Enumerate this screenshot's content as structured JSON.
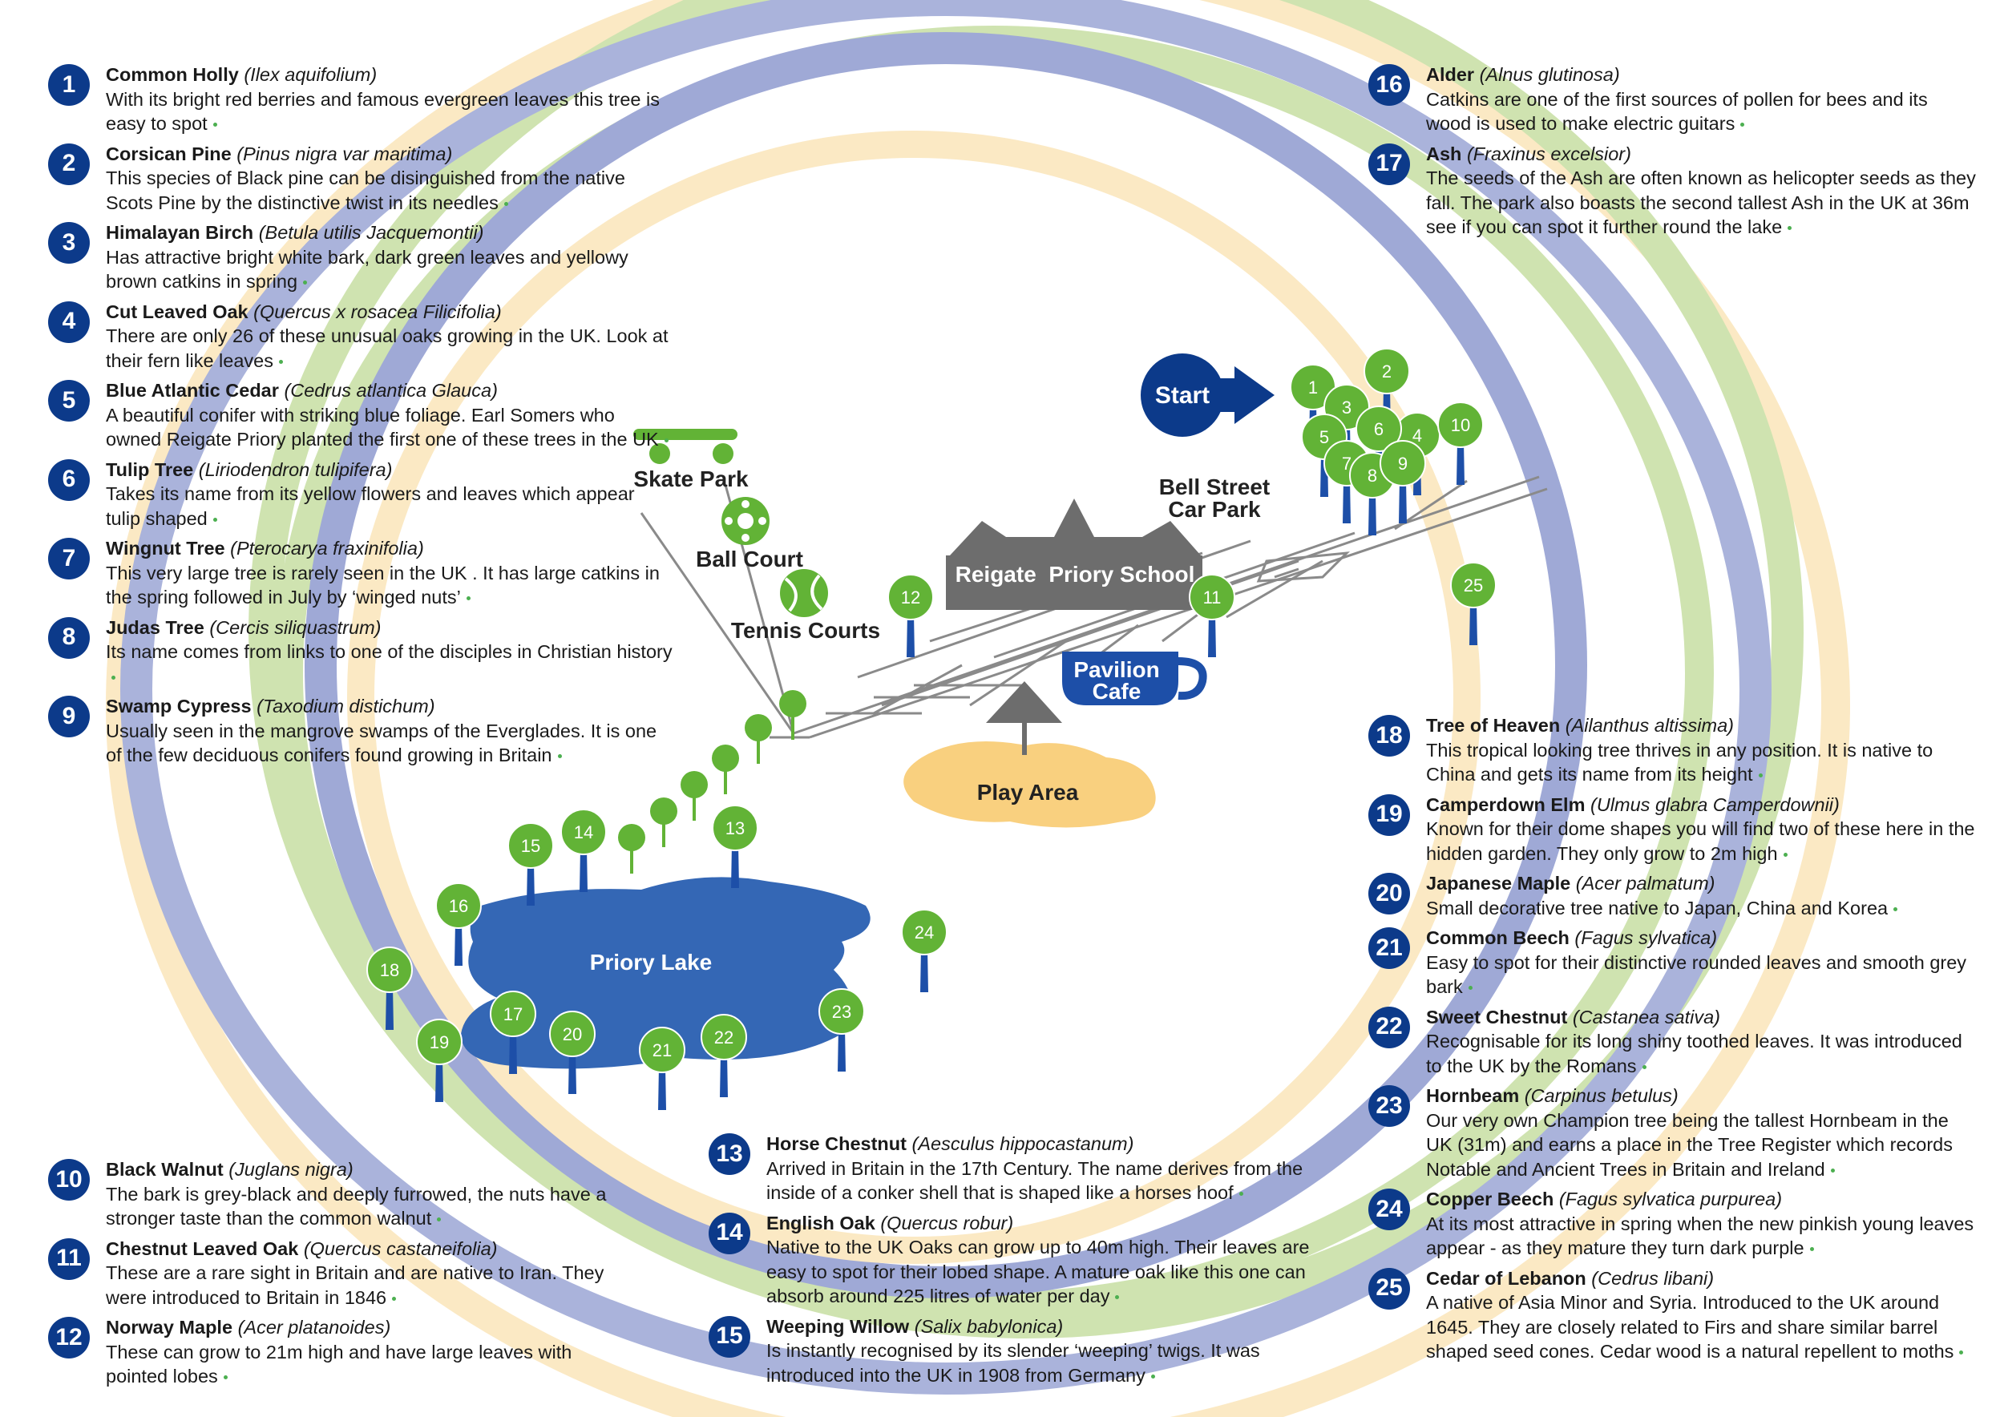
{
  "map": {
    "start": "Start",
    "skate_park": "Skate Park",
    "ball_court": "Ball Court",
    "tennis_courts": "Tennis Courts",
    "school": "Reigate  Priory School",
    "bell_street_1": "Bell Street",
    "bell_street_2": "Car Park",
    "cafe_1": "Pavilion",
    "cafe_2": "Cafe",
    "play_area": "Play Area",
    "lake": "Priory Lake",
    "tree_markers": [
      "1",
      "2",
      "3",
      "4",
      "5",
      "6",
      "7",
      "8",
      "9",
      "10",
      "11",
      "12",
      "13",
      "14",
      "15",
      "16",
      "17",
      "18",
      "19",
      "20",
      "21",
      "22",
      "23",
      "24",
      "25"
    ],
    "colors": {
      "ring_blue": "#9fa9d6",
      "ring_green": "#cfe3b0",
      "ring_yellow": "#fbe9c4",
      "tree_green": "#62b336",
      "badge_navy": "#0c3a8a",
      "lake": "#3467b5",
      "play_area": "#f9d07f",
      "school": "#6d6d6d"
    }
  },
  "trees": [
    {
      "n": "1",
      "name": "Common Holly",
      "latin": "(Ilex aquifolium)",
      "desc": "With its bright red berries and famous evergreen leaves this tree is easy to spot"
    },
    {
      "n": "2",
      "name": "Corsican Pine",
      "latin": "(Pinus nigra var maritima)",
      "desc": "This species of Black pine can be disinguished from the native Scots Pine by the distinctive twist in its needles"
    },
    {
      "n": "3",
      "name": "Himalayan Birch",
      "latin": "(Betula utilis Jacquemontii)",
      "desc": "Has attractive bright white bark, dark green leaves and yellowy brown catkins in spring"
    },
    {
      "n": "4",
      "name": "Cut Leaved Oak",
      "latin": "(Quercus x rosacea Filicifolia)",
      "desc": "There are only 26 of these unusual oaks growing in the UK. Look at their fern like leaves"
    },
    {
      "n": "5",
      "name": "Blue Atlantic Cedar",
      "latin": "(Cedrus atlantica Glauca)",
      "desc": "A beautiful conifer with striking blue foliage. Earl Somers who owned Reigate Priory planted the first one of these trees in the UK"
    },
    {
      "n": "6",
      "name": "Tulip Tree",
      "latin": "(Liriodendron tulipifera)",
      "desc": "Takes its name from its yellow flowers and leaves which appear tulip shaped"
    },
    {
      "n": "7",
      "name": "Wingnut Tree",
      "latin": "(Pterocarya fraxinifolia)",
      "desc": "This very large tree is rarely seen in the UK . It has large catkins in the spring followed in July by ‘winged nuts’"
    },
    {
      "n": "8",
      "name": "Judas Tree",
      "latin": "(Cercis siliquastrum)",
      "desc": "Its name comes from links to one of the disciples in Christian history"
    },
    {
      "n": "9",
      "name": "Swamp Cypress",
      "latin": "(Taxodium distichum)",
      "desc": "Usually seen in the mangrove swamps of the Everglades. It is one of the few deciduous conifers found growing in Britain"
    },
    {
      "n": "10",
      "name": "Black Walnut",
      "latin": "(Juglans nigra)",
      "desc": "The bark is grey-black and deeply furrowed, the nuts have a stronger taste than the common walnut"
    },
    {
      "n": "11",
      "name": "Chestnut Leaved Oak",
      "latin": "(Quercus castaneifolia)",
      "desc": "These are a rare sight in Britain and are native to Iran. They were introduced to Britain in 1846"
    },
    {
      "n": "12",
      "name": "Norway Maple",
      "latin": "(Acer platanoides)",
      "desc": "These can grow to 21m high and have large leaves with pointed lobes"
    },
    {
      "n": "13",
      "name": "Horse Chestnut",
      "latin": "(Aesculus hippocastanum)",
      "desc": "Arrived in Britain in the 17th Century. The name derives from the inside of a conker shell that is shaped like a horses hoof"
    },
    {
      "n": "14",
      "name": "English Oak",
      "latin": "(Quercus robur)",
      "desc": "Native to the UK Oaks can grow up to 40m high. Their leaves are easy to spot for their lobed shape. A mature oak like this one can absorb around 225 litres of water per day"
    },
    {
      "n": "15",
      "name": "Weeping Willow",
      "latin": "(Salix babylonica)",
      "desc": "Is instantly recognised by its slender ‘weeping’ twigs. It was introduced into the UK in 1908 from Germany"
    },
    {
      "n": "16",
      "name": "Alder",
      "latin": "(Alnus glutinosa)",
      "desc": "Catkins are one of the first sources of pollen for bees and its wood is used to make electric guitars"
    },
    {
      "n": "17",
      "name": "Ash",
      "latin": "(Fraxinus excelsior)",
      "desc": "The seeds of the Ash are often known as helicopter seeds as they fall. The park also boasts the second tallest Ash in the UK at 36m see if you can spot it further round the lake"
    },
    {
      "n": "18",
      "name": "Tree of Heaven",
      "latin": "(Ailanthus altissima)",
      "desc": "This tropical looking tree thrives in any position. It is native to China and gets its name from its height"
    },
    {
      "n": "19",
      "name": "Camperdown Elm",
      "latin": "(Ulmus glabra Camperdownii)",
      "desc": "Known for their dome shapes you will find two of these here in the hidden garden. They only grow to 2m high"
    },
    {
      "n": "20",
      "name": "Japanese Maple",
      "latin": "(Acer palmatum)",
      "desc": "Small decorative tree native to Japan, China and Korea"
    },
    {
      "n": "21",
      "name": "Common Beech",
      "latin": "(Fagus sylvatica)",
      "desc": "Easy to spot for their distinctive rounded leaves and smooth grey bark"
    },
    {
      "n": "22",
      "name": "Sweet Chestnut",
      "latin": "(Castanea sativa)",
      "desc": "Recognisable for its long shiny toothed leaves. It was introduced to the UK by the Romans"
    },
    {
      "n": "23",
      "name": "Hornbeam",
      "latin": "(Carpinus betulus)",
      "desc": "Our very own Champion tree being the tallest Hornbeam in the UK (31m) and earns a place in the Tree Register which records Notable and Ancient Trees in Britain and Ireland"
    },
    {
      "n": "24",
      "name": "Copper Beech",
      "latin": "(Fagus sylvatica purpurea)",
      "desc": "At its most attractive in spring when the new pinkish young leaves appear - as they mature they turn dark purple"
    },
    {
      "n": "25",
      "name": "Cedar of Lebanon",
      "latin": "(Cedrus libani)",
      "desc": "A native of Asia Minor and Syria. Introduced to the UK around 1645. They are closely related to Firs and share similar barrel shaped seed cones. Cedar wood is a natural repellent to moths"
    }
  ]
}
